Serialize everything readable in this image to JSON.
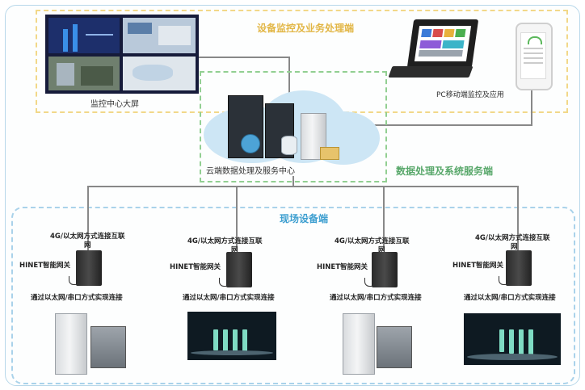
{
  "zones": {
    "top_label": "设备监控及业务处理端",
    "middle_label": "数据处理及系统服务端",
    "bottom_label": "现场设备端"
  },
  "top": {
    "screen_label": "监控中心大屏",
    "pc_label": "PC移动端监控及应用"
  },
  "cloud": {
    "label": "云端数据处理及服务中心"
  },
  "sites": [
    {
      "uplink_label_line1": "4G/以太网方式连接互联",
      "uplink_label_line2": "网",
      "gateway_label": "HINET智能网关",
      "downlink_label": "通过以太网/串口方式实现连接"
    },
    {
      "uplink_label_line1": "4G/以太网方式连接互联",
      "uplink_label_line2": "网",
      "gateway_label": "HINET智能网关",
      "downlink_label": "通过以太网/串口方式实现连接"
    },
    {
      "uplink_label_line1": "4G/以太网方式连接互联",
      "uplink_label_line2": "网",
      "gateway_label": "HINET智能网关",
      "downlink_label": "通过以太网/串口方式实现连接"
    },
    {
      "uplink_label_line1": "4G/以太网方式连接互联",
      "uplink_label_line2": "网",
      "gateway_label": "HINET智能网关",
      "downlink_label": "通过以太网/串口方式实现连接"
    }
  ],
  "colors": {
    "top_zone": "#f2d889",
    "middle_zone": "#92cf92",
    "bottom_zone": "#a9d2ea"
  }
}
